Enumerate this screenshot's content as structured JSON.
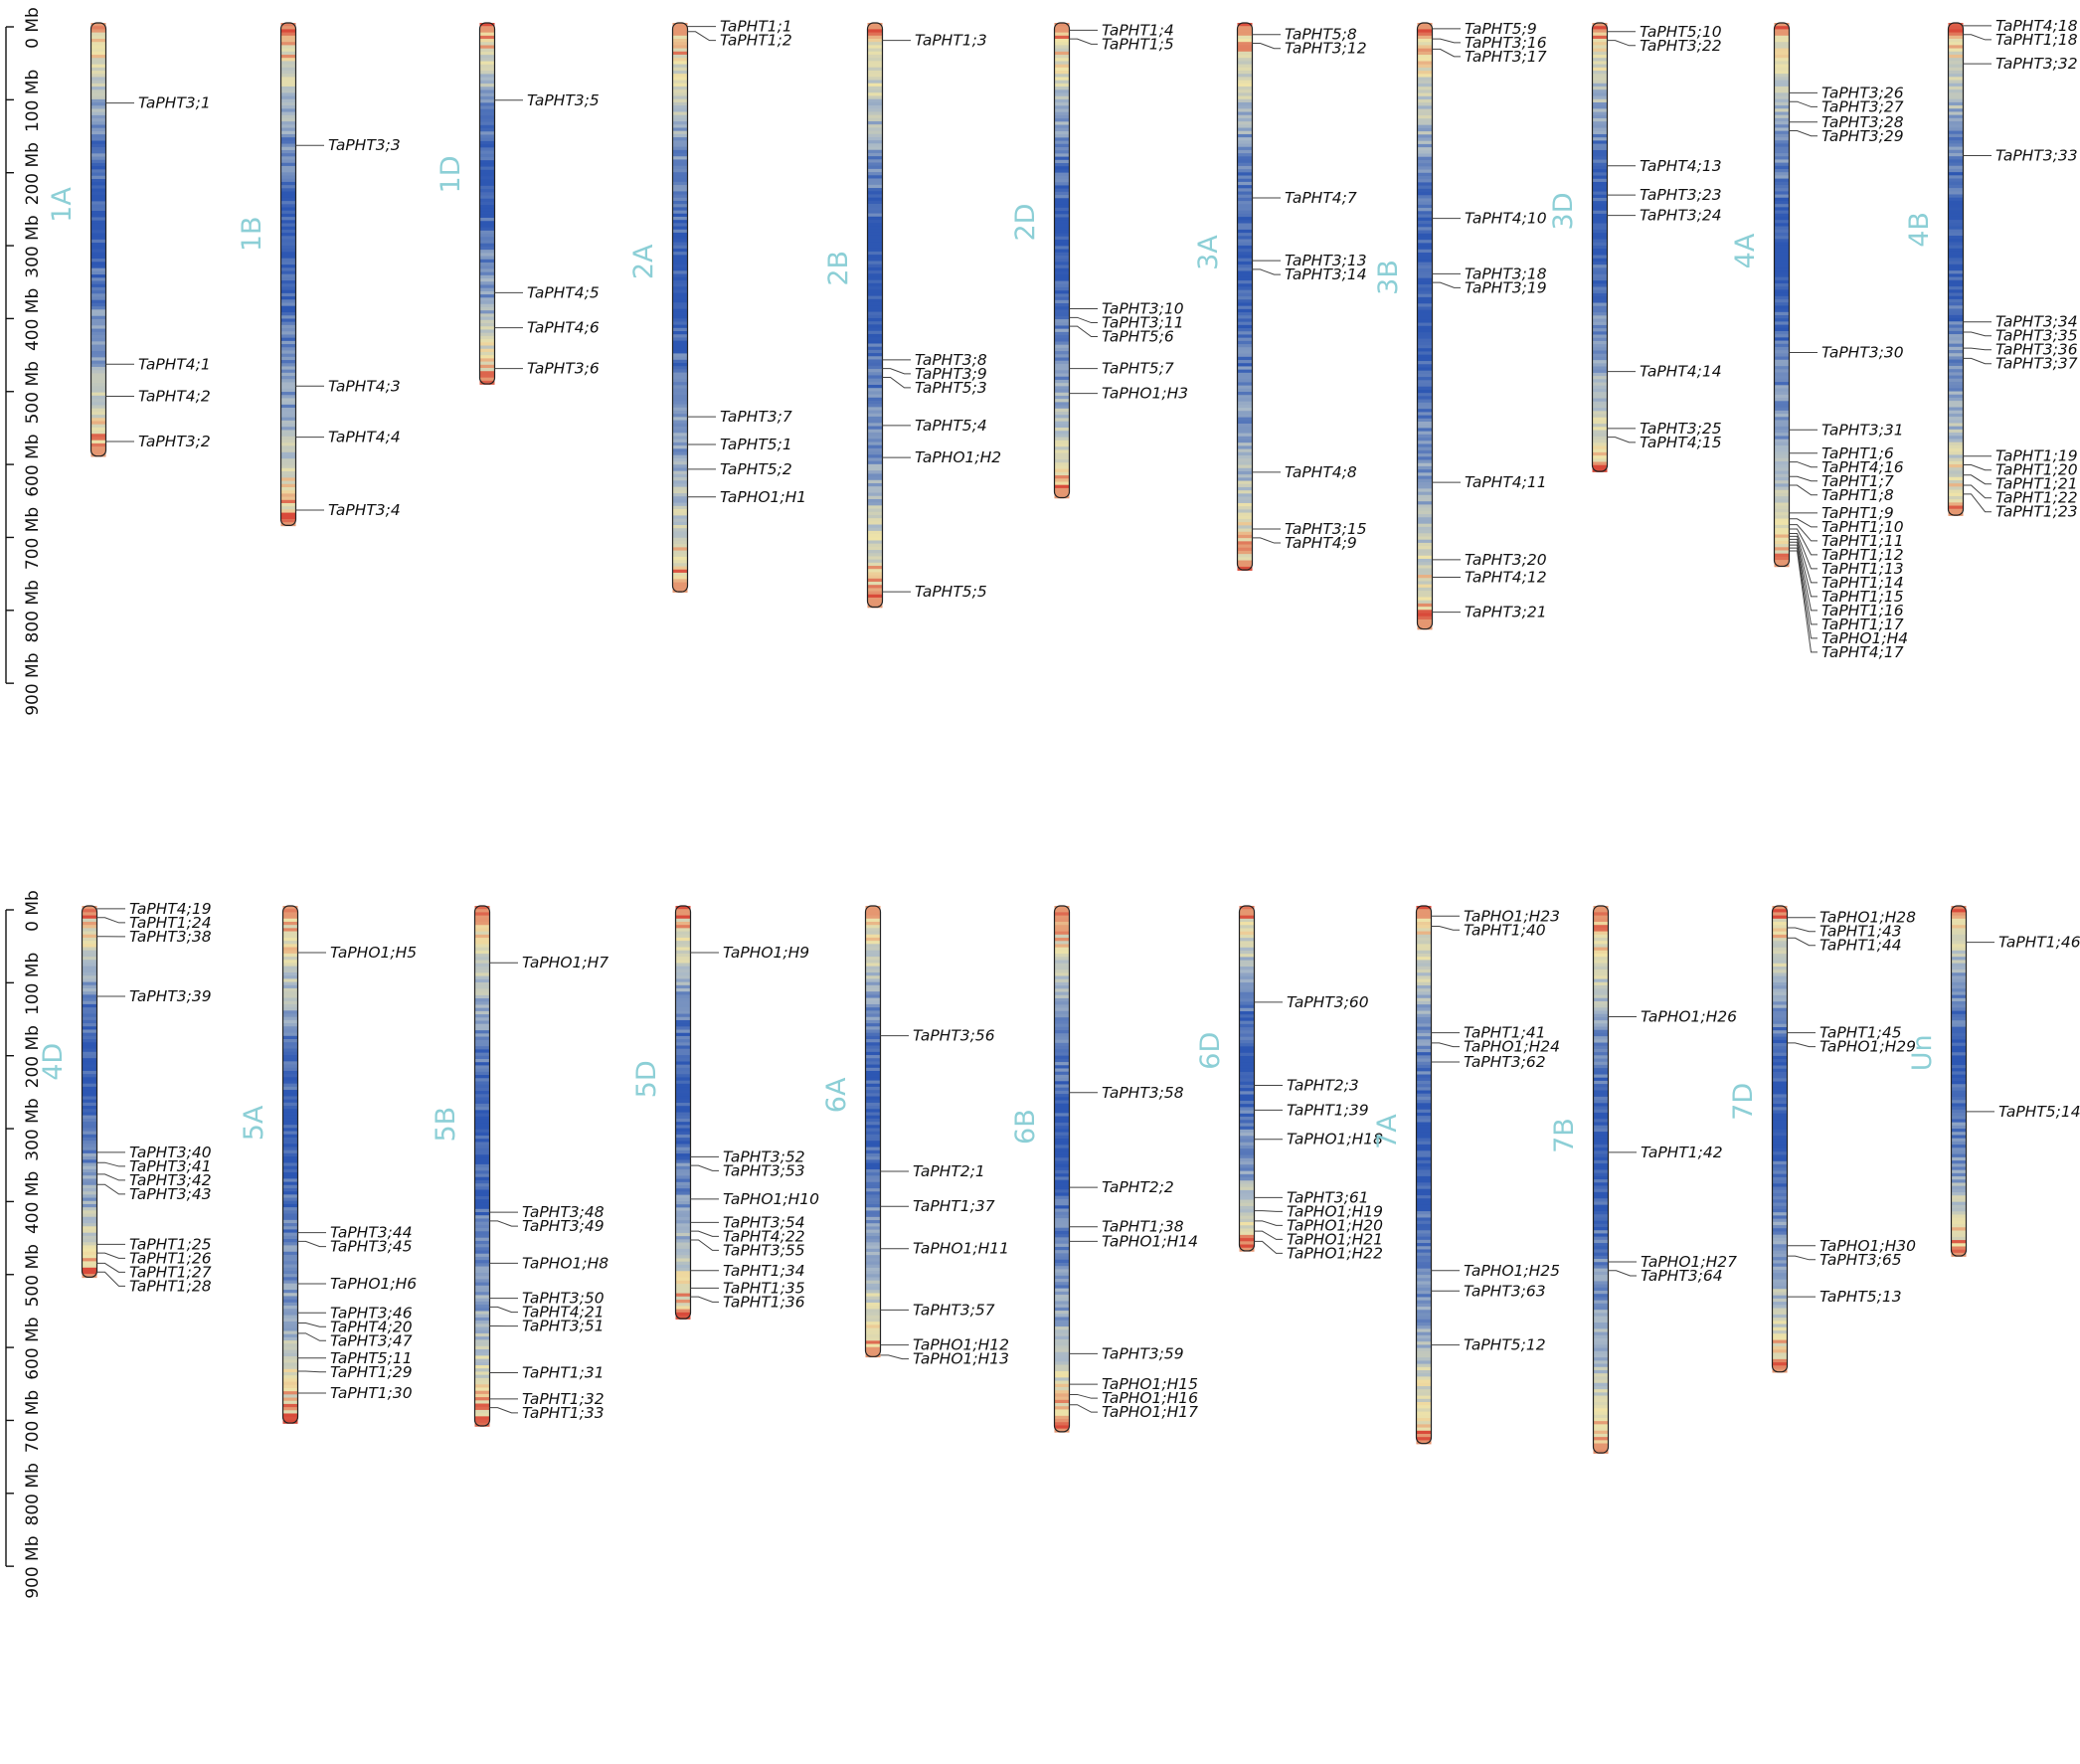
{
  "axis": {
    "unit": "Mb",
    "ticks": [
      0,
      100,
      200,
      300,
      400,
      500,
      600,
      700,
      800,
      900
    ],
    "tick_labels": [
      "0 Mb",
      "100 Mb",
      "200 Mb",
      "300 Mb",
      "400 Mb",
      "500 Mb",
      "600 Mb",
      "700 Mb",
      "800 Mb",
      "900 Mb"
    ]
  },
  "colors": {
    "density_low": "#f0e4a8",
    "density_mid": "#a8b8c8",
    "density_high": "#2d57b3",
    "density_peak": "#d94a3a",
    "chromosome_label": "#8ccfd6",
    "leader_line": "#444444"
  },
  "rows": [
    {
      "chromosomes": [
        {
          "name": "1A",
          "length": 594,
          "genes": [
            {
              "name": "TaPHT3;1",
              "pos": 110
            },
            {
              "name": "TaPHT4;1",
              "pos": 468
            },
            {
              "name": "TaPHT4;2",
              "pos": 512
            },
            {
              "name": "TaPHT3;2",
              "pos": 574
            }
          ]
        },
        {
          "name": "1B",
          "length": 689,
          "genes": [
            {
              "name": "TaPHT3;3",
              "pos": 168
            },
            {
              "name": "TaPHT4;3",
              "pos": 498
            },
            {
              "name": "TaPHT4;4",
              "pos": 568
            },
            {
              "name": "TaPHT3;4",
              "pos": 668
            }
          ]
        },
        {
          "name": "1D",
          "length": 495,
          "genes": [
            {
              "name": "TaPHT3;5",
              "pos": 106
            },
            {
              "name": "TaPHT4;5",
              "pos": 370
            },
            {
              "name": "TaPHT4;6",
              "pos": 418
            },
            {
              "name": "TaPHT3;6",
              "pos": 474
            }
          ]
        },
        {
          "name": "2A",
          "length": 780,
          "genes": [
            {
              "name": "TaPHT1;1",
              "pos": 5
            },
            {
              "name": "TaPHT1;2",
              "pos": 12
            },
            {
              "name": "TaPHT3;7",
              "pos": 540
            },
            {
              "name": "TaPHT5;1",
              "pos": 578
            },
            {
              "name": "TaPHT5;2",
              "pos": 612
            },
            {
              "name": "TaPHO1;H1",
              "pos": 650
            }
          ]
        },
        {
          "name": "2B",
          "length": 801,
          "genes": [
            {
              "name": "TaPHT1;3",
              "pos": 24
            },
            {
              "name": "TaPHT3;8",
              "pos": 462
            },
            {
              "name": "TaPHT3;9",
              "pos": 474
            },
            {
              "name": "TaPHT5;3",
              "pos": 486
            },
            {
              "name": "TaPHT5;4",
              "pos": 552
            },
            {
              "name": "TaPHO1;H2",
              "pos": 596
            },
            {
              "name": "TaPHT5;5",
              "pos": 780
            }
          ]
        },
        {
          "name": "2D",
          "length": 651,
          "genes": [
            {
              "name": "TaPHT1;4",
              "pos": 10
            },
            {
              "name": "TaPHT1;5",
              "pos": 22
            },
            {
              "name": "TaPHT3;10",
              "pos": 392
            },
            {
              "name": "TaPHT3;11",
              "pos": 404
            },
            {
              "name": "TaPHT5;6",
              "pos": 416
            },
            {
              "name": "TaPHT5;7",
              "pos": 474
            },
            {
              "name": "TaPHO1;H3",
              "pos": 508
            }
          ]
        },
        {
          "name": "3A",
          "length": 750,
          "genes": [
            {
              "name": "TaPHT5;8",
              "pos": 16
            },
            {
              "name": "TaPHT3;12",
              "pos": 28
            },
            {
              "name": "TaPHT4;7",
              "pos": 240
            },
            {
              "name": "TaPHT3;13",
              "pos": 326
            },
            {
              "name": "TaPHT3;14",
              "pos": 338
            },
            {
              "name": "TaPHT4;8",
              "pos": 616
            },
            {
              "name": "TaPHT3;15",
              "pos": 694
            },
            {
              "name": "TaPHT4;9",
              "pos": 706
            }
          ]
        },
        {
          "name": "3B",
          "length": 831,
          "genes": [
            {
              "name": "TaPHT5;9",
              "pos": 8
            },
            {
              "name": "TaPHT3;16",
              "pos": 22
            },
            {
              "name": "TaPHT3;17",
              "pos": 36
            },
            {
              "name": "TaPHT4;10",
              "pos": 268
            },
            {
              "name": "TaPHT3;18",
              "pos": 344
            },
            {
              "name": "TaPHT3;19",
              "pos": 356
            },
            {
              "name": "TaPHT4;11",
              "pos": 630
            },
            {
              "name": "TaPHT3;20",
              "pos": 736
            },
            {
              "name": "TaPHT4;12",
              "pos": 760
            },
            {
              "name": "TaPHT3;21",
              "pos": 808
            }
          ]
        },
        {
          "name": "3D",
          "length": 615,
          "genes": [
            {
              "name": "TaPHT5;10",
              "pos": 12
            },
            {
              "name": "TaPHT3;22",
              "pos": 24
            },
            {
              "name": "TaPHT4;13",
              "pos": 196
            },
            {
              "name": "TaPHT3;23",
              "pos": 236
            },
            {
              "name": "TaPHT3;24",
              "pos": 264
            },
            {
              "name": "TaPHT4;14",
              "pos": 478
            },
            {
              "name": "TaPHT3;25",
              "pos": 556
            },
            {
              "name": "TaPHT4;15",
              "pos": 568
            }
          ]
        },
        {
          "name": "4A",
          "length": 745,
          "genes": [
            {
              "name": "TaPHT3;26",
              "pos": 96
            },
            {
              "name": "TaPHT3;27",
              "pos": 108
            },
            {
              "name": "TaPHT3;28",
              "pos": 136
            },
            {
              "name": "TaPHT3;29",
              "pos": 148
            },
            {
              "name": "TaPHT3;30",
              "pos": 452
            },
            {
              "name": "TaPHT3;31",
              "pos": 558
            },
            {
              "name": "TaPHT1;6",
              "pos": 590
            },
            {
              "name": "TaPHT4;16",
              "pos": 602
            },
            {
              "name": "TaPHT1;7",
              "pos": 622
            },
            {
              "name": "TaPHT1;8",
              "pos": 634
            },
            {
              "name": "TaPHT1;9",
              "pos": 672
            },
            {
              "name": "TaPHT1;10",
              "pos": 680
            },
            {
              "name": "TaPHT1;11",
              "pos": 688
            },
            {
              "name": "TaPHT1;12",
              "pos": 694
            },
            {
              "name": "TaPHT1;13",
              "pos": 700
            },
            {
              "name": "TaPHT1;14",
              "pos": 704
            },
            {
              "name": "TaPHT1;15",
              "pos": 708
            },
            {
              "name": "TaPHT1;16",
              "pos": 712
            },
            {
              "name": "TaPHT1;17",
              "pos": 716
            },
            {
              "name": "TaPHO1;H4",
              "pos": 720
            },
            {
              "name": "TaPHT4;17",
              "pos": 724
            }
          ]
        },
        {
          "name": "4B",
          "length": 675,
          "genes": [
            {
              "name": "TaPHT4;18",
              "pos": 4
            },
            {
              "name": "TaPHT1;18",
              "pos": 16
            },
            {
              "name": "TaPHT3;32",
              "pos": 56
            },
            {
              "name": "TaPHT3;33",
              "pos": 182
            },
            {
              "name": "TaPHT3;34",
              "pos": 410
            },
            {
              "name": "TaPHT3;35",
              "pos": 424
            },
            {
              "name": "TaPHT3;36",
              "pos": 446
            },
            {
              "name": "TaPHT3;37",
              "pos": 460
            },
            {
              "name": "TaPHT1;19",
              "pos": 594
            },
            {
              "name": "TaPHT1;20",
              "pos": 606
            },
            {
              "name": "TaPHT1;21",
              "pos": 620
            },
            {
              "name": "TaPHT1;22",
              "pos": 634
            },
            {
              "name": "TaPHT1;23",
              "pos": 646
            }
          ]
        }
      ]
    },
    {
      "chromosomes": [
        {
          "name": "4D",
          "length": 509,
          "genes": [
            {
              "name": "TaPHT4;19",
              "pos": 4
            },
            {
              "name": "TaPHT1;24",
              "pos": 16
            },
            {
              "name": "TaPHT3;38",
              "pos": 42
            },
            {
              "name": "TaPHT3;39",
              "pos": 124
            },
            {
              "name": "TaPHT3;40",
              "pos": 338
            },
            {
              "name": "TaPHT3;41",
              "pos": 352
            },
            {
              "name": "TaPHT3;42",
              "pos": 368
            },
            {
              "name": "TaPHT3;43",
              "pos": 382
            },
            {
              "name": "TaPHT1;25",
              "pos": 464
            },
            {
              "name": "TaPHT1;26",
              "pos": 476
            },
            {
              "name": "TaPHT1;27",
              "pos": 490
            },
            {
              "name": "TaPHT1;28",
              "pos": 502
            }
          ]
        },
        {
          "name": "5A",
          "length": 709,
          "genes": [
            {
              "name": "TaPHO1;H5",
              "pos": 64
            },
            {
              "name": "TaPHT3;44",
              "pos": 448
            },
            {
              "name": "TaPHT3;45",
              "pos": 460
            },
            {
              "name": "TaPHO1;H6",
              "pos": 518
            },
            {
              "name": "TaPHT3;46",
              "pos": 558
            },
            {
              "name": "TaPHT4;20",
              "pos": 572
            },
            {
              "name": "TaPHT3;47",
              "pos": 586
            },
            {
              "name": "TaPHT5;11",
              "pos": 620
            },
            {
              "name": "TaPHT1;29",
              "pos": 638
            },
            {
              "name": "TaPHT1;30",
              "pos": 668
            }
          ]
        },
        {
          "name": "5B",
          "length": 713,
          "genes": [
            {
              "name": "TaPHO1;H7",
              "pos": 78
            },
            {
              "name": "TaPHT3;48",
              "pos": 420
            },
            {
              "name": "TaPHT3;49",
              "pos": 432
            },
            {
              "name": "TaPHO1;H8",
              "pos": 490
            },
            {
              "name": "TaPHT3;50",
              "pos": 538
            },
            {
              "name": "TaPHT4;21",
              "pos": 550
            },
            {
              "name": "TaPHT3;51",
              "pos": 576
            },
            {
              "name": "TaPHT1;31",
              "pos": 640
            },
            {
              "name": "TaPHT1;32",
              "pos": 676
            },
            {
              "name": "TaPHT1;33",
              "pos": 688
            }
          ]
        },
        {
          "name": "5D",
          "length": 566,
          "genes": [
            {
              "name": "TaPHO1;H9",
              "pos": 64
            },
            {
              "name": "TaPHT3;52",
              "pos": 344
            },
            {
              "name": "TaPHT3;53",
              "pos": 356
            },
            {
              "name": "TaPHO1;H10",
              "pos": 402
            },
            {
              "name": "TaPHT3;54",
              "pos": 434
            },
            {
              "name": "TaPHT4;22",
              "pos": 446
            },
            {
              "name": "TaPHT3;55",
              "pos": 458
            },
            {
              "name": "TaPHT1;34",
              "pos": 500
            },
            {
              "name": "TaPHT1;35",
              "pos": 524
            },
            {
              "name": "TaPHT1;36",
              "pos": 536
            }
          ]
        },
        {
          "name": "6A",
          "length": 618,
          "genes": [
            {
              "name": "TaPHT3;56",
              "pos": 178
            },
            {
              "name": "TaPHT2;1",
              "pos": 364
            },
            {
              "name": "TaPHT1;37",
              "pos": 412
            },
            {
              "name": "TaPHO1;H11",
              "pos": 470
            },
            {
              "name": "TaPHT3;57",
              "pos": 554
            },
            {
              "name": "TaPHO1;H12",
              "pos": 602
            },
            {
              "name": "TaPHO1;H13",
              "pos": 616
            }
          ]
        },
        {
          "name": "6B",
          "length": 721,
          "genes": [
            {
              "name": "TaPHT3;58",
              "pos": 256
            },
            {
              "name": "TaPHT2;2",
              "pos": 386
            },
            {
              "name": "TaPHT1;38",
              "pos": 440
            },
            {
              "name": "TaPHO1;H14",
              "pos": 460
            },
            {
              "name": "TaPHT3;59",
              "pos": 614
            },
            {
              "name": "TaPHO1;H15",
              "pos": 656
            },
            {
              "name": "TaPHO1;H16",
              "pos": 670
            },
            {
              "name": "TaPHO1;H17",
              "pos": 684
            }
          ]
        },
        {
          "name": "6D",
          "length": 473,
          "genes": [
            {
              "name": "TaPHT3;60",
              "pos": 132
            },
            {
              "name": "TaPHT2;3",
              "pos": 246
            },
            {
              "name": "TaPHT1;39",
              "pos": 280
            },
            {
              "name": "TaPHO1;H18",
              "pos": 320
            },
            {
              "name": "TaPHT3;61",
              "pos": 400
            },
            {
              "name": "TaPHO1;H19",
              "pos": 418
            },
            {
              "name": "TaPHO1;H20",
              "pos": 432
            },
            {
              "name": "TaPHO1;H21",
              "pos": 446
            },
            {
              "name": "TaPHO1;H22",
              "pos": 460
            }
          ]
        },
        {
          "name": "7A",
          "length": 737,
          "genes": [
            {
              "name": "TaPHO1;H23",
              "pos": 14
            },
            {
              "name": "TaPHT1;40",
              "pos": 28
            },
            {
              "name": "TaPHT1;41",
              "pos": 174
            },
            {
              "name": "TaPHO1;H24",
              "pos": 188
            },
            {
              "name": "TaPHT3;62",
              "pos": 214
            },
            {
              "name": "TaPHO1;H25",
              "pos": 500
            },
            {
              "name": "TaPHT3;63",
              "pos": 528
            },
            {
              "name": "TaPHT5;12",
              "pos": 602
            }
          ]
        },
        {
          "name": "7B",
          "length": 750,
          "genes": [
            {
              "name": "TaPHO1;H26",
              "pos": 152
            },
            {
              "name": "TaPHT1;42",
              "pos": 338
            },
            {
              "name": "TaPHO1;H27",
              "pos": 488
            },
            {
              "name": "TaPHT3;64",
              "pos": 500
            }
          ]
        },
        {
          "name": "7D",
          "length": 639,
          "genes": [
            {
              "name": "TaPHO1;H28",
              "pos": 16
            },
            {
              "name": "TaPHT1;43",
              "pos": 30
            },
            {
              "name": "TaPHT1;44",
              "pos": 44
            },
            {
              "name": "TaPHT1;45",
              "pos": 174
            },
            {
              "name": "TaPHO1;H29",
              "pos": 188
            },
            {
              "name": "TaPHO1;H30",
              "pos": 466
            },
            {
              "name": "TaPHT3;65",
              "pos": 480
            },
            {
              "name": "TaPHT5;13",
              "pos": 536
            }
          ]
        },
        {
          "name": "Un",
          "length": 480,
          "genes": [
            {
              "name": "TaPHT1;46",
              "pos": 50
            },
            {
              "name": "TaPHT5;14",
              "pos": 282
            }
          ]
        }
      ]
    }
  ]
}
